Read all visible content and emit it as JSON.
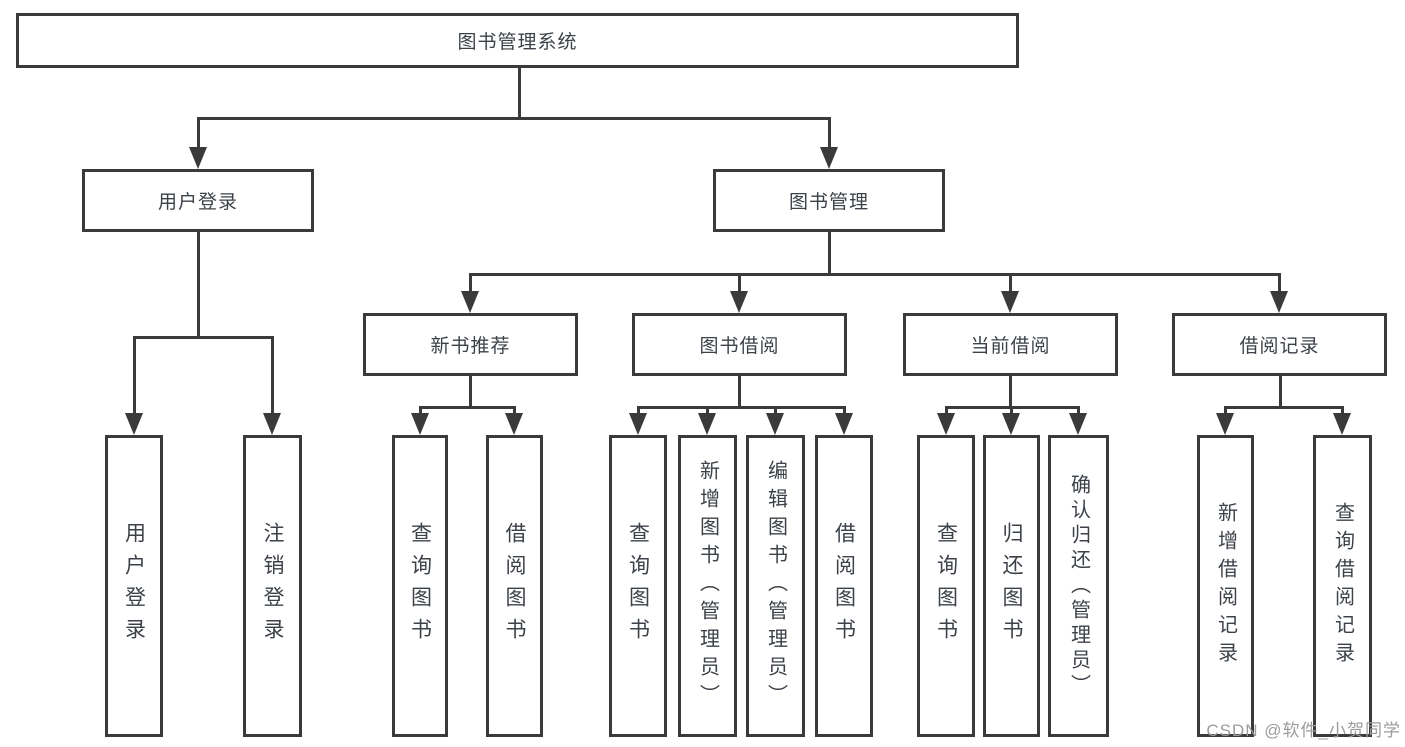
{
  "nodes": {
    "root": "图书管理系统",
    "user_login": "用户登录",
    "book_management": "图书管理",
    "new_book_recommend": "新书推荐",
    "book_borrowing": "图书借阅",
    "current_borrowing": "当前借阅",
    "borrowing_records": "借阅记录",
    "leaf_user_login": "用户登录",
    "leaf_logout": "注销登录",
    "leaf_query_books_recommend": "查询图书",
    "leaf_borrow_books_recommend": "借阅图书",
    "leaf_query_books_borrowing": "查询图书",
    "leaf_add_books_admin": "新增图书（管理员）",
    "leaf_edit_books_admin": "编辑图书（管理员）",
    "leaf_borrow_books_borrowing": "借阅图书",
    "leaf_query_books_current": "查询图书",
    "leaf_return_books": "归还图书",
    "leaf_confirm_return_admin": "确认归还（管理员）",
    "leaf_add_borrow_record": "新增借阅记录",
    "leaf_query_borrow_record": "查询借阅记录"
  },
  "watermark": "CSDN @软件_小贺同学",
  "colors": {
    "line": "#3a3a3a",
    "text": "#3c4248",
    "watermark": "#9c9c9c",
    "background": "#ffffff"
  }
}
